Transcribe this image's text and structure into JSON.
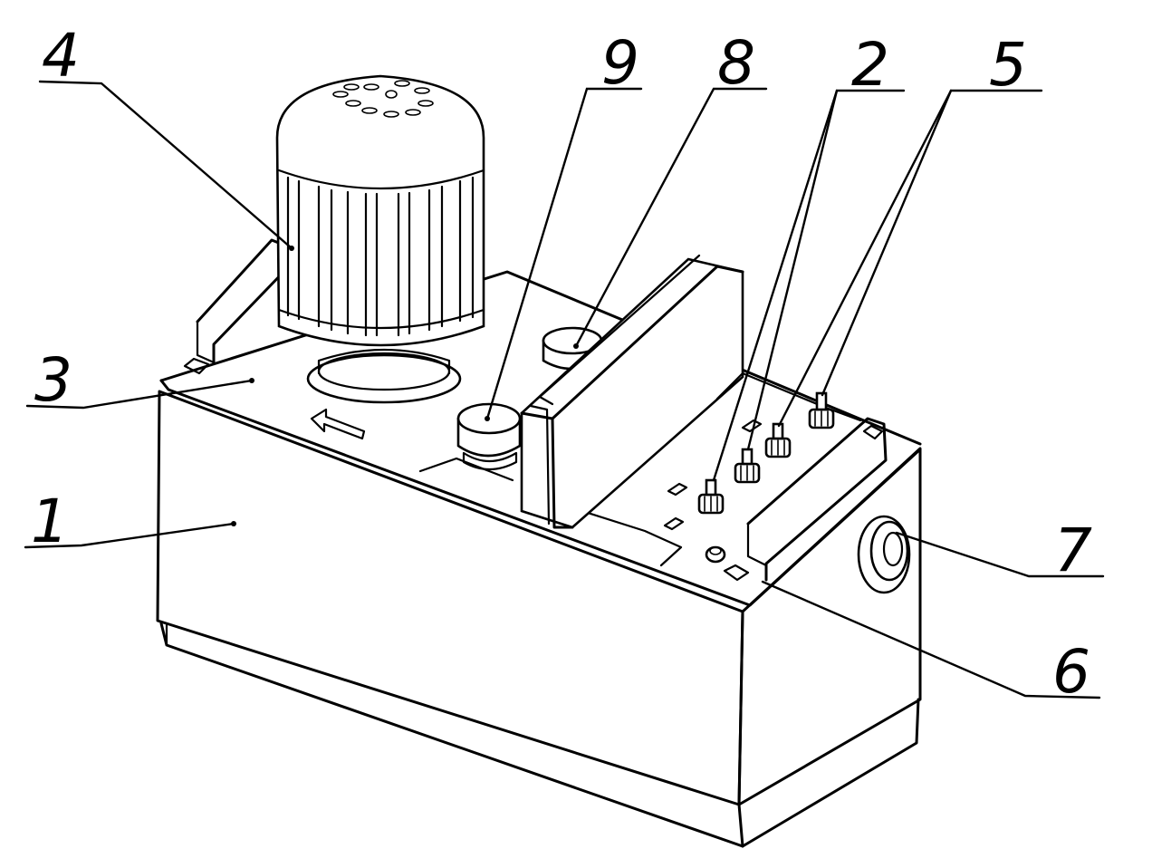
{
  "callouts": [
    {
      "id": "1",
      "label": "1",
      "target": "tank-body"
    },
    {
      "id": "2",
      "label": "2",
      "target": "control-knobs-front"
    },
    {
      "id": "3",
      "label": "3",
      "target": "top-plate"
    },
    {
      "id": "4",
      "label": "4",
      "target": "electric-motor"
    },
    {
      "id": "5",
      "label": "5",
      "target": "control-knobs-rear"
    },
    {
      "id": "6",
      "label": "6",
      "target": "indicator-button"
    },
    {
      "id": "7",
      "label": "7",
      "target": "side-port"
    },
    {
      "id": "8",
      "label": "8",
      "target": "rear-cap"
    },
    {
      "id": "9",
      "label": "9",
      "target": "front-cap"
    }
  ]
}
